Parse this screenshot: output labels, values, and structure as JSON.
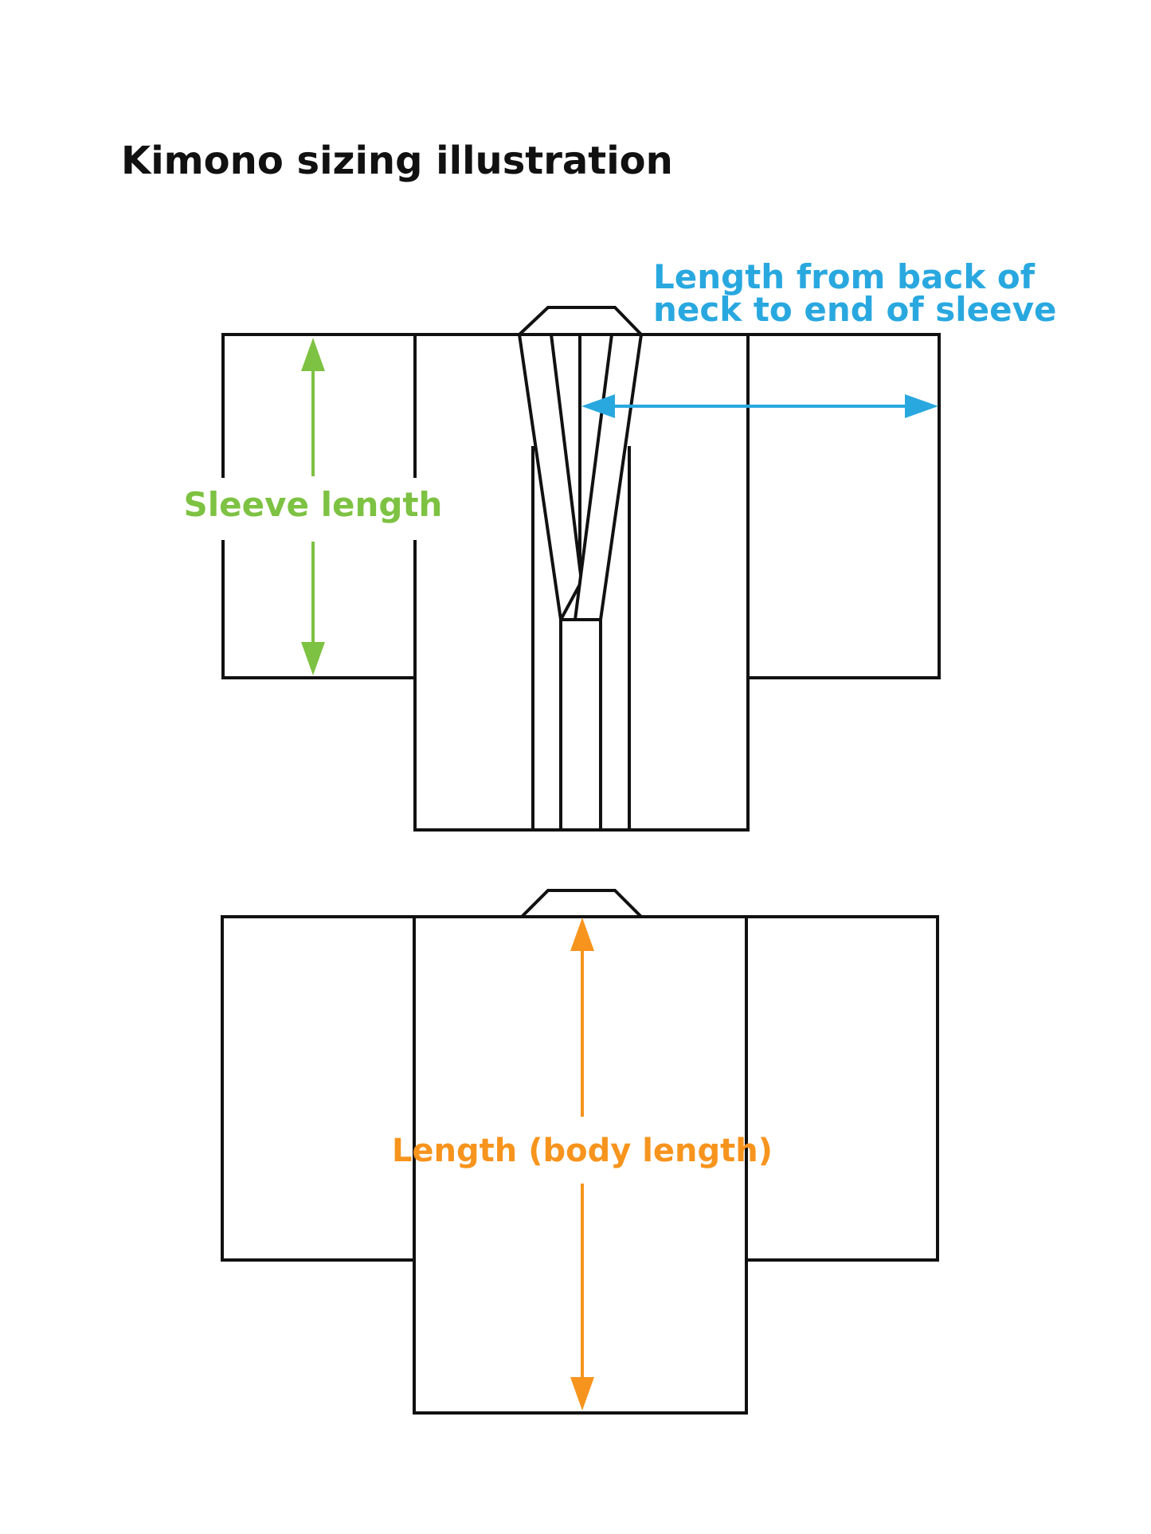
{
  "title": "Kimono sizing illustration",
  "labels": {
    "sleeve_length": "Sleeve length",
    "back_neck_to_sleeve_line1": "Length from back of",
    "back_neck_to_sleeve_line2": "neck to end of sleeve",
    "body_length": "Length (body length)"
  },
  "colors": {
    "outline": "#111111",
    "sleeve_length": "#7dc242",
    "back_neck_to_sleeve": "#29a8e0",
    "body_length": "#f7941d"
  }
}
